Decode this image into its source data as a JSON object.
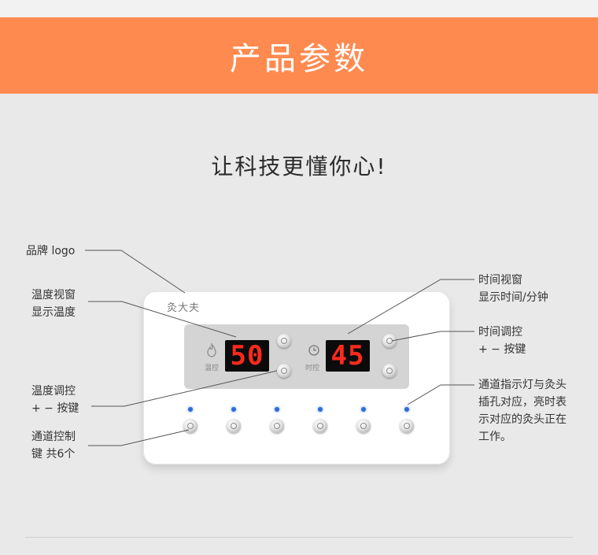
{
  "banner": {
    "title": "产品参数"
  },
  "subtitle": "让科技更懂你心!",
  "device": {
    "brand_mark": "灸大夫",
    "temp_display": "50",
    "time_display": "45",
    "temp_icon_label": "温控",
    "time_icon_label": "时控",
    "channel_count": 6
  },
  "labels": {
    "brand_logo": "品牌 logo",
    "temp_window": [
      "温度视窗",
      "显示温度"
    ],
    "temp_adjust": [
      "温度调控",
      "+ − 按键"
    ],
    "channel_control": [
      "通道控制",
      "键 共6个"
    ],
    "time_window": [
      "时间视窗",
      "显示时间/分钟"
    ],
    "time_adjust": [
      "时间调控",
      "+ − 按键"
    ],
    "channel_indicator": [
      "通道指示灯与灸头",
      "插孔对应，亮时表",
      "示对应的灸头正在",
      "工作。"
    ]
  },
  "colors": {
    "banner": "#ff8a4f",
    "led": "#2d6ed6",
    "lcd_digits": "#ff2a1e"
  }
}
